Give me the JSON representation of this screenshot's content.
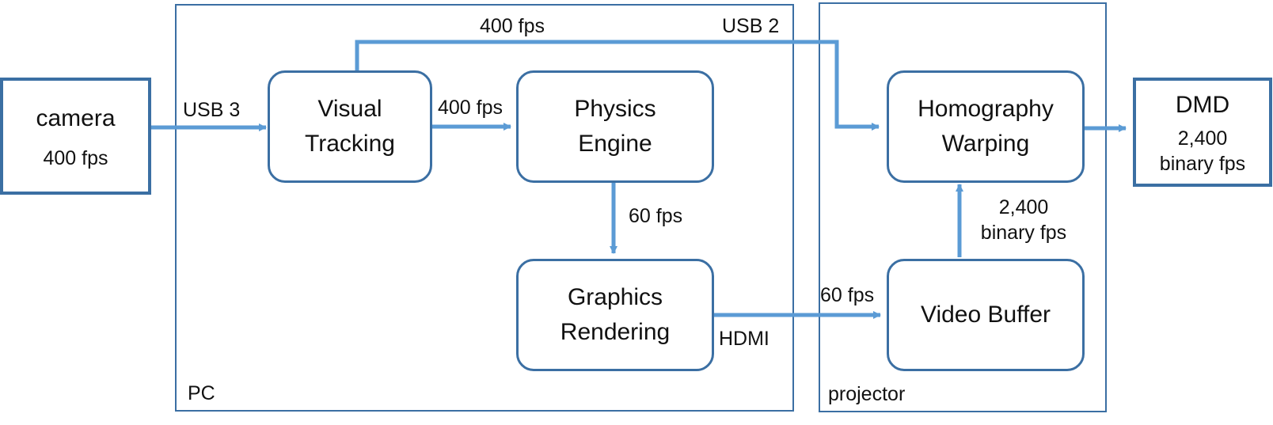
{
  "containers": {
    "pc": "PC",
    "projector": "projector"
  },
  "nodes": {
    "camera": {
      "title": "camera",
      "sub": "400 fps"
    },
    "visual_tracking": {
      "line1": "Visual",
      "line2": "Tracking"
    },
    "physics_engine": {
      "line1": "Physics",
      "line2": "Engine"
    },
    "graphics_rendering": {
      "line1": "Graphics",
      "line2": "Rendering"
    },
    "homography_warping": {
      "line1": "Homography",
      "line2": "Warping"
    },
    "video_buffer": {
      "line1": "Video Buffer"
    },
    "dmd": {
      "title": "DMD",
      "sub1": "2,400",
      "sub2": "binary fps"
    }
  },
  "edges": {
    "camera_to_tracking": "USB 3",
    "tracking_to_physics": "400 fps",
    "tracking_to_homography_rate": "400 fps",
    "tracking_to_homography_link": "USB 2",
    "physics_to_graphics": "60 fps",
    "graphics_to_buffer_rate": "60 fps",
    "graphics_to_buffer_link": "HDMI",
    "buffer_to_homography_line1": "2,400",
    "buffer_to_homography_line2": "binary fps"
  },
  "colors": {
    "line": "#5b9bd5",
    "border": "#3b6fa3"
  }
}
